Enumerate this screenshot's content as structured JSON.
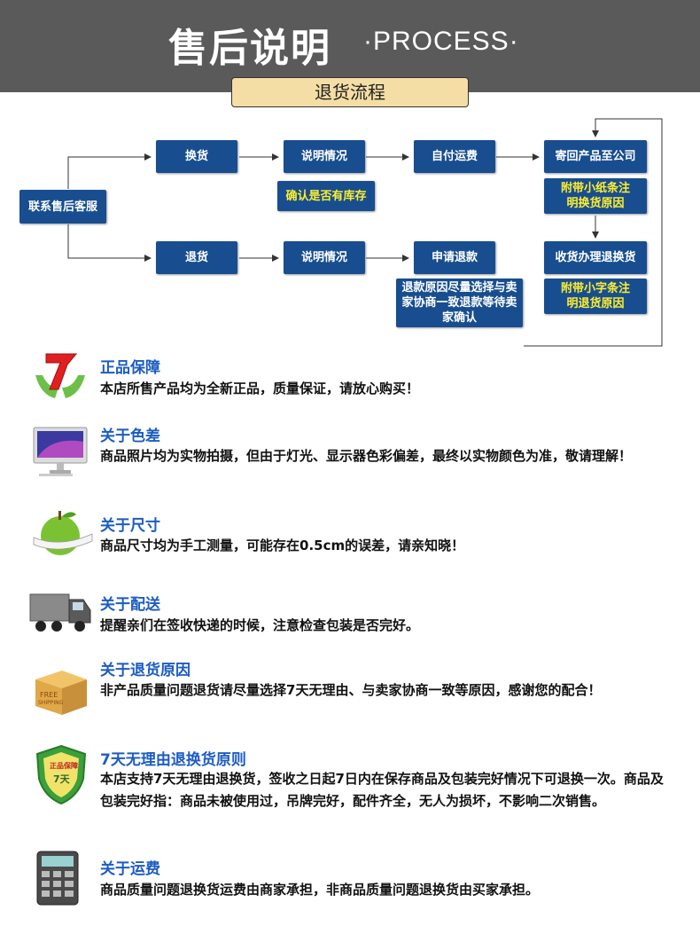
{
  "header": {
    "title": "售后说明",
    "subtitle": "·PROCESS·",
    "banner": "退货流程"
  },
  "flow": {
    "start": "联系售后客服",
    "top": [
      "换货",
      "说明情况",
      "自付运费",
      "寄回产品至公司"
    ],
    "top_note_check": "确认是否有库存",
    "top_note_slip": "附带小纸条注明换货原因",
    "bottom": [
      "退货",
      "说明情况",
      "申请退款",
      "收货办理退换货"
    ],
    "bottom_note_refund": "退款原因尽量选择与卖家协商一致退款等待卖家确认",
    "bottom_note_slip": "附带小字条注明退货原因"
  },
  "sections": [
    {
      "icon": "seven-days-hands-icon",
      "title": "正品保障",
      "text": "本店所售产品均为全新正品，质量保证，请放心购买！"
    },
    {
      "icon": "monitor-icon",
      "title": "关于色差",
      "text": "商品照片均为实物拍摄，但由于灯光、显示器色彩偏差，最终以实物颜色为准，敬请理解！"
    },
    {
      "icon": "apple-tape-measure-icon",
      "title": "关于尺寸",
      "text": "商品尺寸均为手工测量，可能存在0.5cm的误差，请亲知晓！"
    },
    {
      "icon": "truck-icon",
      "title": "关于配送",
      "text": "提醒亲们在签收快递的时候，注意检查包装是否完好。"
    },
    {
      "icon": "free-shipping-box-icon",
      "title": "关于退货原因",
      "text": "非产品质量问题退货请尽量选择7天无理由、与卖家协商一致等原因，感谢您的配合！"
    },
    {
      "icon": "shield-badge-icon",
      "title": "7天无理由退换货原则",
      "text": "本店支持7天无理由退换货，签收之日起7日内在保存商品及包装完好情况下可退换一次。商品及包装完好指：商品未被使用过，吊牌完好，配件齐全，无人为损坏，不影响二次销售。"
    },
    {
      "icon": "calculator-icon",
      "title": "关于运费",
      "text": "商品质量问题退换货运费由商家承担，非商品质量问题退换货由买家承担。"
    }
  ],
  "icon_text": {
    "box_free": "FREE",
    "box_shipping": "SHIPPING",
    "shield_top": "正品保障",
    "shield_mid": "7天"
  },
  "colors": {
    "box": "#184e8f",
    "note": "#ffef2e",
    "title": "#1c5cc2",
    "header": "#5a5a5a",
    "banner": "#f5dea5"
  }
}
